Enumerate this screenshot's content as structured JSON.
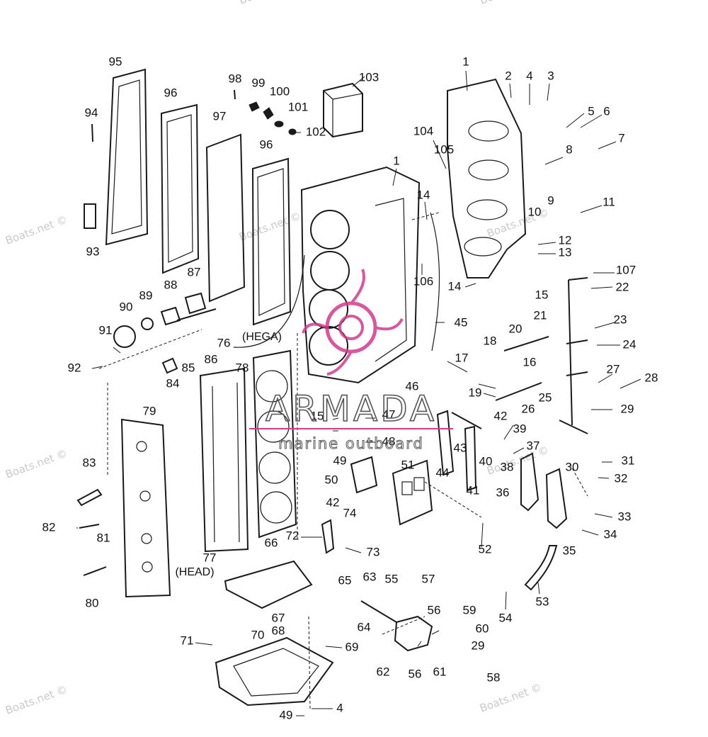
{
  "watermarks": [
    "Boats.net ©",
    "Boats.net ©",
    "Boats.net ©",
    "Boats.net ©",
    "Boats.net ©",
    "Boats.net ©",
    "Boats.net ©",
    "Boats.net ©",
    "Boats.net ©"
  ],
  "brand": {
    "name": "ARMADA",
    "tagline": "marine outboard",
    "accent_color": "#d23a8c"
  },
  "annotations": {
    "hega": "(HEGA)",
    "head": "(HEAD)"
  },
  "parts": [
    "1",
    "1",
    "2",
    "3",
    "4",
    "4",
    "5",
    "6",
    "7",
    "8",
    "9",
    "10",
    "11",
    "12",
    "13",
    "14",
    "14",
    "15",
    "15",
    "16",
    "17",
    "18",
    "19",
    "20",
    "21",
    "22",
    "23",
    "24",
    "25",
    "26",
    "27",
    "28",
    "29",
    "29",
    "30",
    "31",
    "32",
    "33",
    "34",
    "35",
    "36",
    "37",
    "38",
    "39",
    "40",
    "41",
    "42",
    "42",
    "43",
    "44",
    "45",
    "46",
    "47",
    "48",
    "49",
    "49",
    "50",
    "51",
    "52",
    "53",
    "54",
    "55",
    "56",
    "56",
    "57",
    "58",
    "59",
    "60",
    "61",
    "62",
    "63",
    "64",
    "65",
    "66",
    "67",
    "68",
    "69",
    "70",
    "71",
    "72",
    "73",
    "74",
    "76",
    "77",
    "78",
    "79",
    "80",
    "81",
    "82",
    "83",
    "84",
    "85",
    "86",
    "87",
    "88",
    "89",
    "90",
    "91",
    "92",
    "93",
    "94",
    "95",
    "96",
    "96",
    "97",
    "98",
    "99",
    "100",
    "101",
    "102",
    "103",
    "104",
    "105",
    "106",
    "107"
  ],
  "colors": {
    "line": "#1a1a1a",
    "background": "#ffffff",
    "watermark": "#c9c9c9"
  }
}
